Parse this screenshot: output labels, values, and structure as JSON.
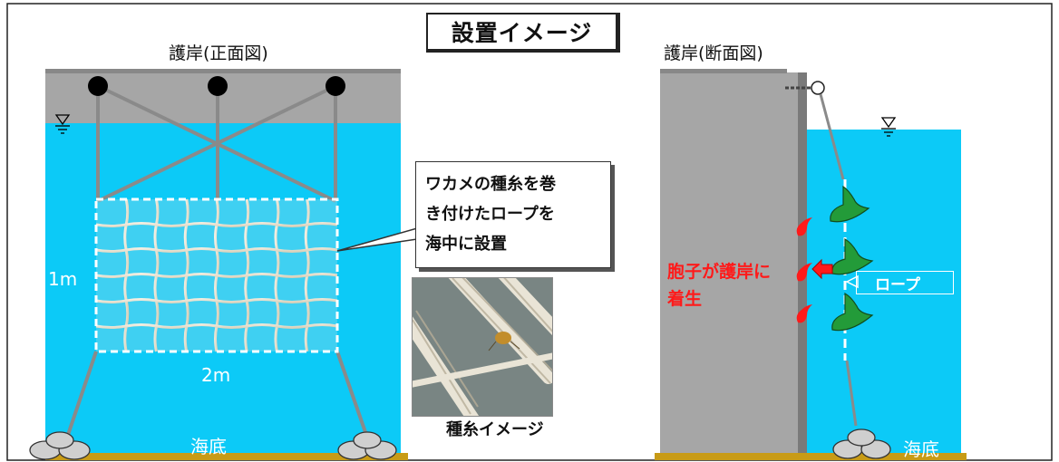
{
  "title": "設置イメージ",
  "front_view": {
    "label": "護岸(正面図)",
    "height_label": "1m",
    "width_label": "2m",
    "seabed_label": "海底"
  },
  "callout": {
    "lines": [
      "ワカメの種糸を巻",
      "き付けたロープを",
      "海中に設置"
    ]
  },
  "photo": {
    "caption": "種糸イメージ"
  },
  "section_view": {
    "label": "護岸(断面図)",
    "spore_lines": [
      "胞子が護岸に",
      "着生"
    ],
    "rope_label": "ロープ",
    "seabed_label": "海底"
  },
  "colors": {
    "water": "#0ccaf7",
    "seawall": "#a6a6a6",
    "seabed": "#c89b16",
    "kelp": "#239b39",
    "spore": "#ff1a1a"
  },
  "icons": [
    "water-level-icon",
    "anchor-stone-icon",
    "mooring-ring-icon",
    "arrow-icon"
  ]
}
